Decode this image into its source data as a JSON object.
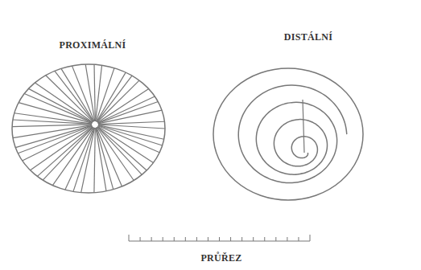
{
  "diagram": {
    "labels": [
      "PROXIMÁLNÍ",
      "DISTÁLNÍ",
      "PRŮŘEZ"
    ]
  }
}
